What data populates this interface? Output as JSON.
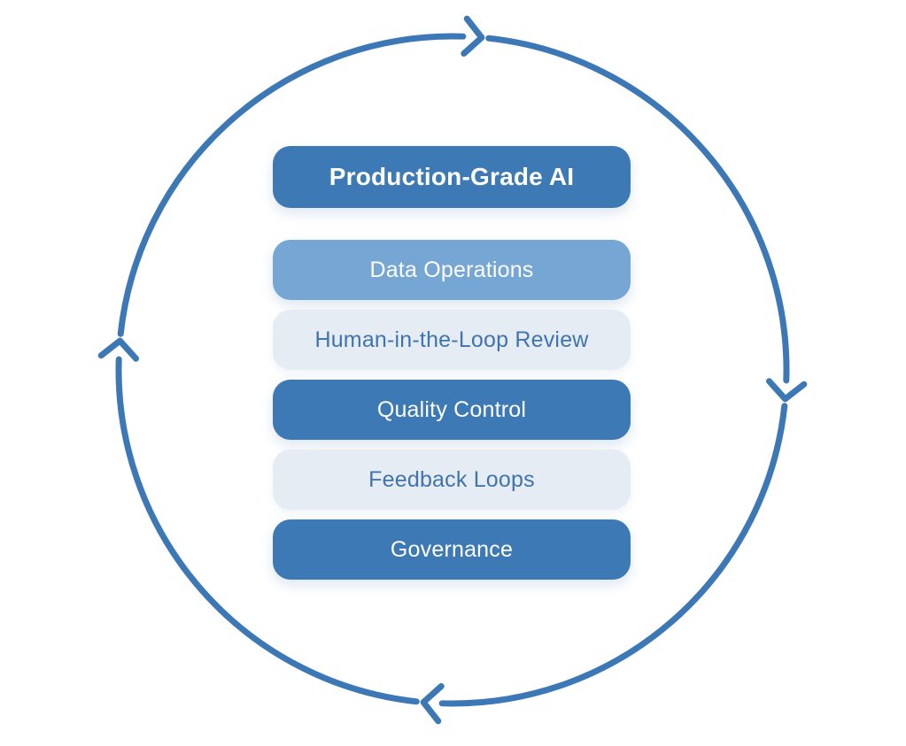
{
  "diagram": {
    "title": {
      "label": "Production-Grade AI",
      "bg": "#3d79b5",
      "fg": "#ffffff"
    },
    "layers": [
      {
        "label": "Data Operations",
        "bg": "#76a6d4",
        "fg": "#ffffff"
      },
      {
        "label": "Human-in-the-Loop Review",
        "bg": "#e6ecf3",
        "fg": "#3f74ae"
      },
      {
        "label": "Quality Control",
        "bg": "#3d79b5",
        "fg": "#ffffff"
      },
      {
        "label": "Feedback Loops",
        "bg": "#e6ecf3",
        "fg": "#3f74ae"
      },
      {
        "label": "Governance",
        "bg": "#3d79b5",
        "fg": "#ffffff"
      }
    ],
    "cycle": {
      "color": "#3d78b6",
      "direction": "clockwise",
      "arrow_count": 4,
      "arrow_icon": "chevron-arrow-icon"
    }
  }
}
